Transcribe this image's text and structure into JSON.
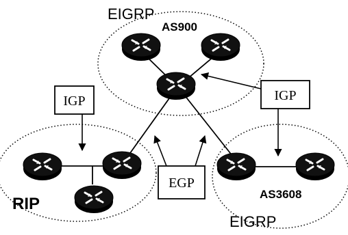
{
  "labels": {
    "eigrp_top": "EIGRP",
    "as900": "AS900",
    "rip": "RIP",
    "as3608": "AS3608",
    "eigrp_bottom": "EIGRP"
  },
  "boxes": {
    "igp_left": "IGP",
    "igp_right": "IGP",
    "egp": "EGP"
  },
  "colors": {
    "router_fill": "#000000",
    "router_symbol": "#ffffff",
    "line": "#000000",
    "cloud_outline": "#000000"
  },
  "icons": {
    "router": "router-icon"
  }
}
